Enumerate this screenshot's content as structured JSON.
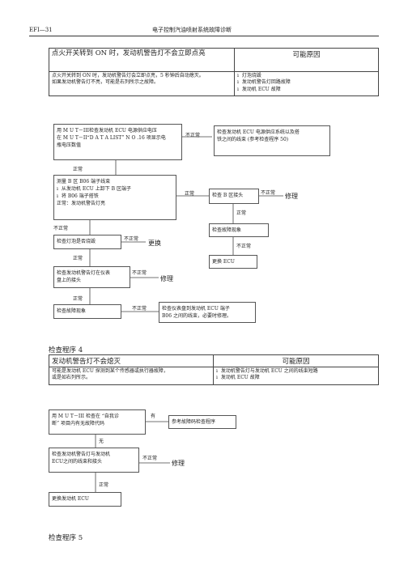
{
  "header": {
    "left": "EFI—31",
    "center": "电子控制汽油喷射系统故障诊断"
  },
  "fault_table_1": {
    "title": "点火开关转到 ON 时，发动机警告灯不会立即点亮",
    "causes_header": "可能原因",
    "description": [
      "点火开关转到 ON 时，发动机警告灯会立即点亮，5 秒钟后自动熄灭。",
      "如果发动机警告灯不亮，可能是右列所示之故障。"
    ],
    "causes": [
      "灯泡烧毁",
      "发动机警告灯回路故障",
      "发动机 ECU 故障"
    ]
  },
  "flow_1": {
    "box_check_power": [
      "用 M U T－III检查发动机 ECU 电源供应电压",
      "在 M U T－II“D A T A LIST” N O .16 项显示电",
      "瓶电压数值"
    ],
    "box_check_power_harness": [
      "检查发动机 ECU 电源供应系统以及搭",
      "铁之间的线束 (参考检查程序 50)"
    ],
    "box_measure": [
      "测量 B 区 B06 端子线束",
      "从发动机 ECU 上卸下 B 区端子",
      "将 B06 端子搭铁",
      "正常：发动机警告灯亮"
    ],
    "box_check_b_connector": "检查 B 区接头",
    "box_check_symptom_right": "检查故障现象",
    "box_replace_ecu_right": "更换 ECU",
    "box_check_bulb": "检查灯泡是否烧毁",
    "box_check_lamp_connector": [
      "检查发动机警告灯在仪表",
      "盘上的接头"
    ],
    "box_check_symptom_left": "检查故障现象",
    "box_check_meter_harness": [
      "检查仪表盘到发动机  ECU  端子",
      "B06 之间的线束，必要时修理。"
    ],
    "labels": {
      "normal": "正常",
      "abnormal": "不正常"
    },
    "actions": {
      "repair": "修理",
      "replace": "更换"
    }
  },
  "procedure_4_title": "检查程序 4",
  "fault_table_2": {
    "title": "发动机警告灯不会熄灭",
    "causes_header": "可能原因",
    "description": [
      "可能是发动机 ECU 探测到某个传感器或执行器故障，",
      "或是如右列所示。"
    ],
    "causes": [
      "发动机警告灯与发动机 ECU 之间的线束短路",
      "发动机 ECU 故障"
    ]
  },
  "flow_2": {
    "box_self_diag": [
      "用  M U T－III 检查在 “自我诊",
      "断” 项目内有无故障代码"
    ],
    "box_reference": "参考故障码检查程序",
    "box_check_harness": [
      "检查发动机警告灯与发动机",
      "ECU之间的线束和接头"
    ],
    "box_replace_ecu": "更换发动机 ECU",
    "labels": {
      "yes": "有",
      "no": "无",
      "normal": "正常",
      "abnormal": "不正常"
    },
    "actions": {
      "repair": "修理"
    }
  },
  "procedure_5_title": "检查程序 5"
}
